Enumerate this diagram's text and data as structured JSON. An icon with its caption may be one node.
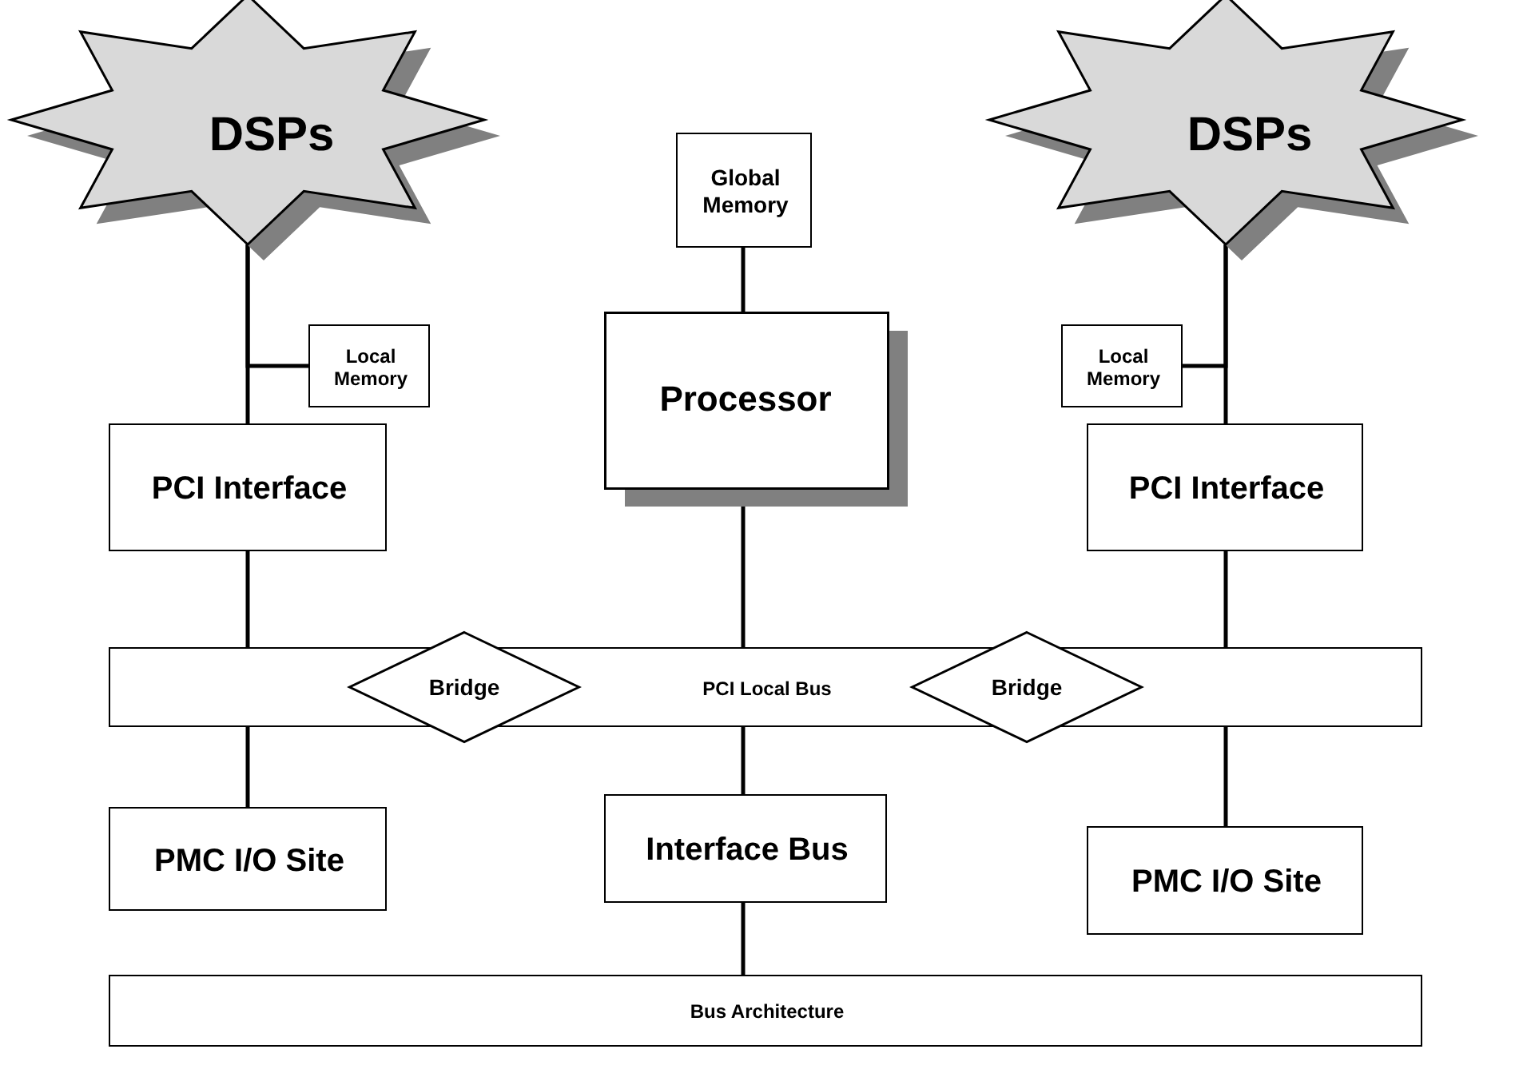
{
  "diagram": {
    "nodes": [
      {
        "text": [
          "DSPs"
        ]
      },
      {
        "text": [
          "Global Memory"
        ]
      },
      {
        "text": [
          "DSPs"
        ]
      },
      {
        "text": [
          "Local Memory"
        ]
      },
      {
        "text": [
          "Processor"
        ]
      },
      {
        "text": [
          "Local Memory"
        ]
      },
      {
        "text": [
          "PCI Interface"
        ]
      },
      {
        "text": [
          "PCI Interface"
        ]
      },
      {
        "text": [
          "PCI Local Bus"
        ]
      },
      {
        "text": [
          "Bridge"
        ]
      },
      {
        "text": [
          "Bridge"
        ]
      },
      {
        "text": [
          "PMC I/O Site"
        ]
      },
      {
        "text": [
          "Interface Bus"
        ]
      },
      {
        "text": [
          "PMC I/O Site"
        ]
      },
      {
        "text": [
          "Bus Architecture"
        ]
      }
    ],
    "edges": [
      {
        "from": 0,
        "to": 6,
        "arrow": "none"
      },
      {
        "from": 3,
        "to": 0,
        "arrow": "none"
      },
      {
        "from": 6,
        "to": 8,
        "arrow": "none"
      },
      {
        "from": 8,
        "to": 11,
        "arrow": "none"
      },
      {
        "from": 1,
        "to": 4,
        "arrow": "none"
      },
      {
        "from": 4,
        "to": 8,
        "arrow": "none"
      },
      {
        "from": 8,
        "to": 12,
        "arrow": "none"
      },
      {
        "from": 12,
        "to": 14,
        "arrow": "none"
      },
      {
        "from": 2,
        "to": 7,
        "arrow": "none"
      },
      {
        "from": 5,
        "to": 2,
        "arrow": "none"
      },
      {
        "from": 7,
        "to": 8,
        "arrow": "none"
      },
      {
        "from": 8,
        "to": 13,
        "arrow": "none"
      }
    ]
  }
}
